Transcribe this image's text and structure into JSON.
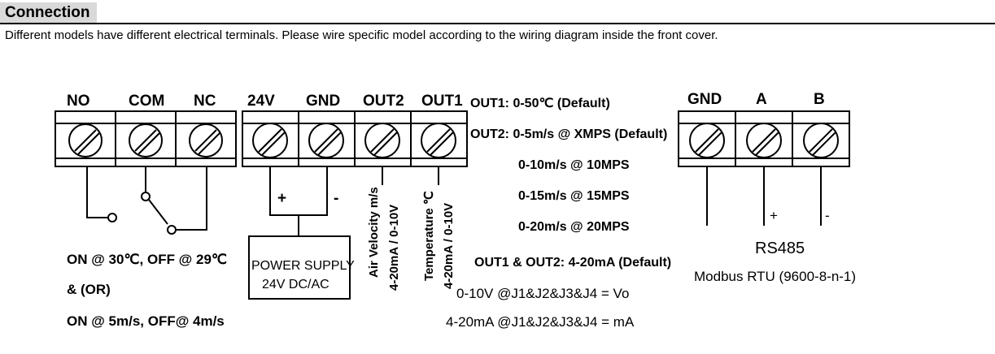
{
  "header": {
    "title": "Connection",
    "description": "Different models have different electrical terminals. Please wire specific model according to the wiring diagram inside the front cover."
  },
  "terminals": {
    "relay": [
      "NO",
      "COM",
      "NC"
    ],
    "power_signal": [
      "24V",
      "GND",
      "OUT2",
      "OUT1"
    ],
    "rs485": [
      "GND",
      "A",
      "B"
    ]
  },
  "signs": {
    "plus": "+",
    "minus": "-"
  },
  "power_supply": {
    "line1": "POWER SUPPLY",
    "line2": "24V  DC/AC"
  },
  "vertical_labels": {
    "air_velocity": "Air Velocity  m/s",
    "out2_range": "4-20mA / 0-10V",
    "temperature": "Temperature  ℃",
    "out1_range": "4-20mA / 0-10V"
  },
  "relay_notes": {
    "line1": "ON @ 30℃, OFF @ 29℃",
    "line2": "&  (OR)",
    "line3": "ON @ 5m/s, OFF@ 4m/s"
  },
  "outputs": {
    "out1": "OUT1: 0-50℃ (Default)",
    "out2_default": "OUT2:  0-5m/s  @ XMPS (Default)",
    "out2_10": "0-10m/s @ 10MPS",
    "out2_15": "0-15m/s @ 15MPS",
    "out2_20": "0-20m/s @ 20MPS",
    "both": "OUT1 & OUT2:  4-20mA (Default)",
    "jumper_v": "0-10V @J1&J2&J3&J4 = Vo",
    "jumper_ma": "4-20mA @J1&J2&J3&J4 = mA"
  },
  "rs485_info": {
    "name": "RS485",
    "protocol": "Modbus RTU (9600-8-n-1)"
  }
}
